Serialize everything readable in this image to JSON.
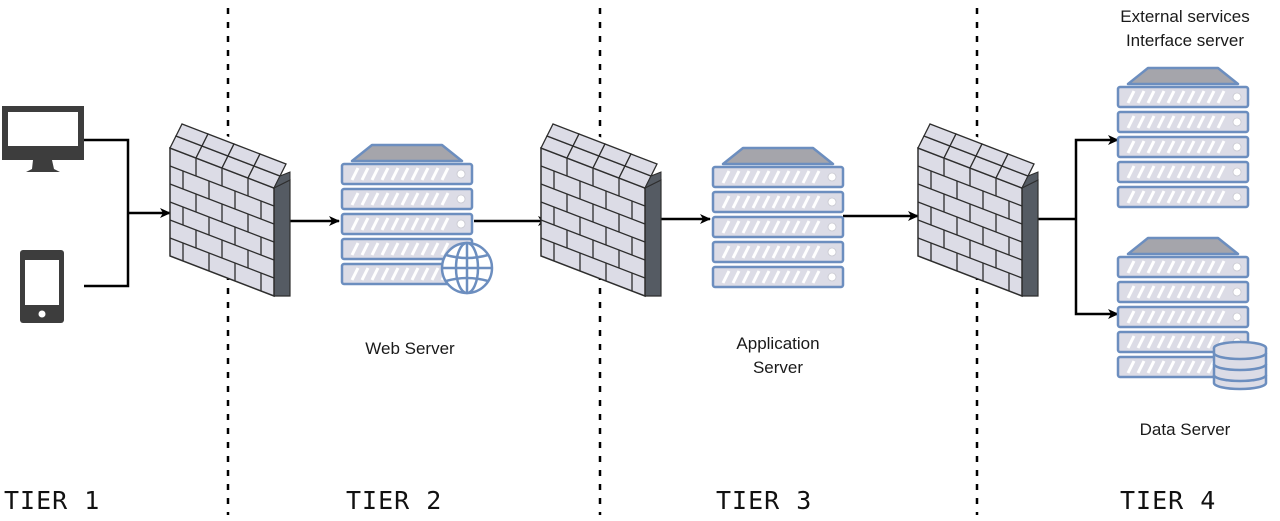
{
  "labels": {
    "web_server": "Web Server",
    "app_server_line1": "Application",
    "app_server_line2": "Server",
    "external_line1": "External services",
    "external_line2": "Interface server",
    "data_server": "Data Server"
  },
  "tiers": [
    "TIER 1",
    "TIER 2",
    "TIER 3",
    "TIER 4"
  ],
  "colors": {
    "device": "#3d3d3d",
    "server_face": "#dcdce6",
    "server_stroke": "#6c8ebf",
    "server_top": "#a5a5ab",
    "wall_face": "#dcdce6",
    "wall_side": "#555b63",
    "wall_stroke": "#2e2e2e",
    "line": "#000000"
  },
  "icons": [
    "desktop-monitor-icon",
    "mobile-phone-icon",
    "firewall-icon",
    "server-icon",
    "globe-icon",
    "database-icon"
  ]
}
